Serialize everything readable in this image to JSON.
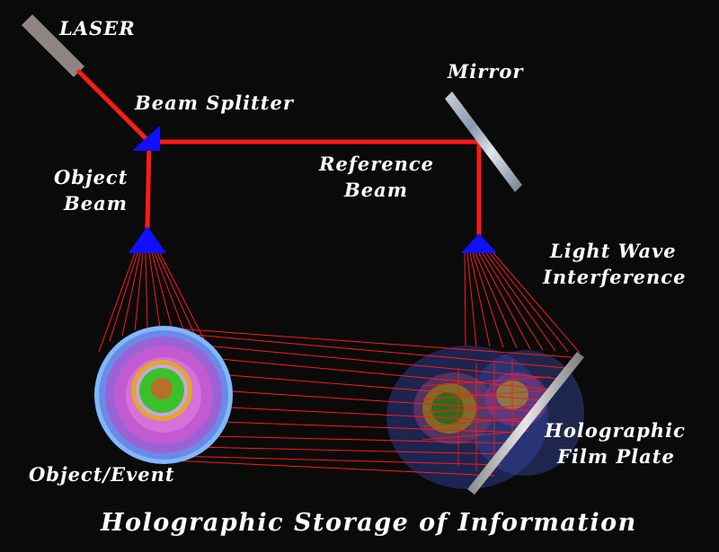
{
  "labels": {
    "laser": "LASER",
    "beam_splitter": "Beam Splitter",
    "mirror": "Mirror",
    "object_beam_line1": "Object",
    "object_beam_line2": "Beam",
    "reference_beam_line1": "Reference",
    "reference_beam_line2": "Beam",
    "interference_line1": "Light Wave",
    "interference_line2": "Interference",
    "object_event": "Object/Event",
    "film_plate_line1": "Holographic",
    "film_plate_line2": "Film Plate"
  },
  "title": "Holographic Storage of Information",
  "colors": {
    "background": "#0a0a0a",
    "beam": "#ff1a1a",
    "optics": "#1010ff",
    "text": "#ffffff"
  }
}
